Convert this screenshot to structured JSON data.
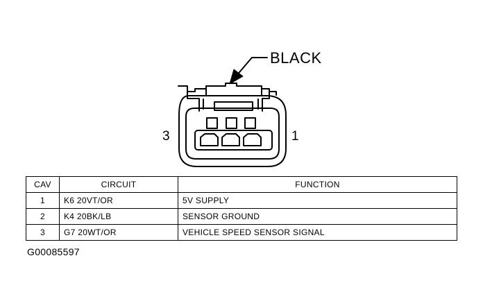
{
  "connector": {
    "color_label": "BLACK",
    "pin_left_number": "3",
    "pin_right_number": "1"
  },
  "table": {
    "headers": {
      "cav": "CAV",
      "circuit": "CIRCUIT",
      "function": "FUNCTION"
    },
    "rows": [
      {
        "cav": "1",
        "circuit": "K6 20VT/OR",
        "function": "5V SUPPLY"
      },
      {
        "cav": "2",
        "circuit": "K4 20BK/LB",
        "function": "SENSOR GROUND"
      },
      {
        "cav": "3",
        "circuit": "G7 20WT/OR",
        "function": "VEHICLE SPEED SENSOR SIGNAL"
      }
    ]
  },
  "figure_id": "G00085597"
}
